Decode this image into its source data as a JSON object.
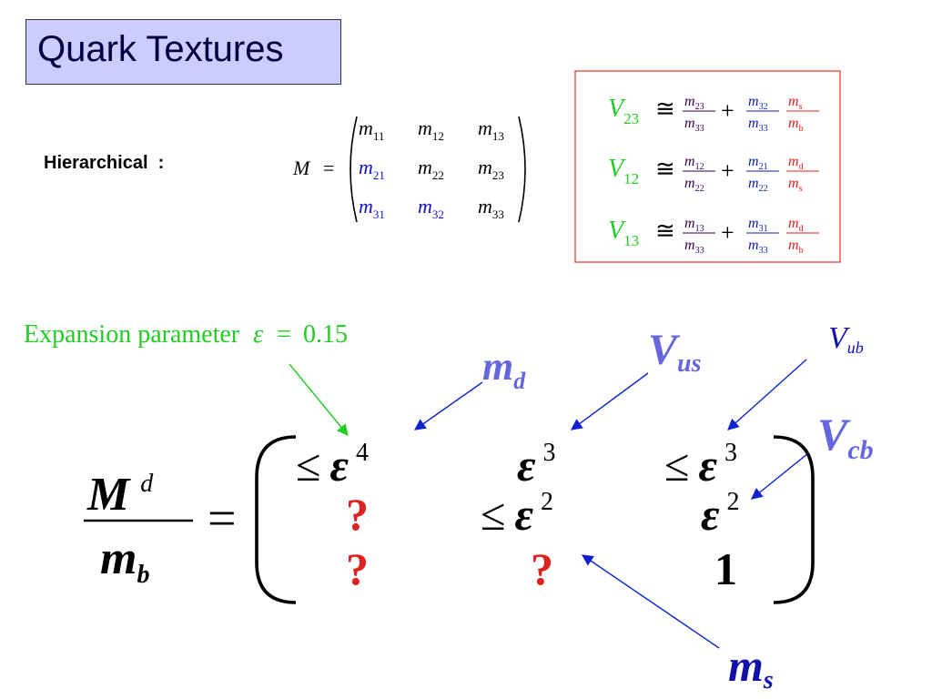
{
  "slide": {
    "title": "Quark Textures",
    "hierarchical_label": "Hierarchical  :"
  },
  "matrix_m": {
    "lhs": "M",
    "equals": "=",
    "entries": [
      [
        {
          "base": "m",
          "sub": "11",
          "color": "#000000"
        },
        {
          "base": "m",
          "sub": "12",
          "color": "#000000"
        },
        {
          "base": "m",
          "sub": "13",
          "color": "#000000"
        }
      ],
      [
        {
          "base": "m",
          "sub": "21",
          "color": "#1111cc"
        },
        {
          "base": "m",
          "sub": "22",
          "color": "#000000"
        },
        {
          "base": "m",
          "sub": "23",
          "color": "#000000"
        }
      ],
      [
        {
          "base": "m",
          "sub": "31",
          "color": "#1111cc"
        },
        {
          "base": "m",
          "sub": "32",
          "color": "#1111cc"
        },
        {
          "base": "m",
          "sub": "33",
          "color": "#000000"
        }
      ]
    ]
  },
  "ckm_box": {
    "border_color": "#e03030",
    "rows": [
      {
        "lhs": "V",
        "lhs_sub": "23",
        "approx": "≅",
        "f1_num": "m",
        "f1_num_sub": "23",
        "f1_den": "m",
        "f1_den_sub": "33",
        "plus": "+",
        "f2_num": "m",
        "f2_num_sub": "32",
        "f2_den": "m",
        "f2_den_sub": "33",
        "f3_num": "m",
        "f3_num_sub": "s",
        "f3_den": "m",
        "f3_den_sub": "b"
      },
      {
        "lhs": "V",
        "lhs_sub": "12",
        "approx": "≅",
        "f1_num": "m",
        "f1_num_sub": "12",
        "f1_den": "m",
        "f1_den_sub": "22",
        "plus": "+",
        "f2_num": "m",
        "f2_num_sub": "21",
        "f2_den": "m",
        "f2_den_sub": "22",
        "f3_num": "m",
        "f3_num_sub": "d",
        "f3_den": "m",
        "f3_den_sub": "s"
      },
      {
        "lhs": "V",
        "lhs_sub": "13",
        "approx": "≅",
        "f1_num": "m",
        "f1_num_sub": "13",
        "f1_den": "m",
        "f1_den_sub": "33",
        "plus": "+",
        "f2_num": "m",
        "f2_num_sub": "31",
        "f2_den": "m",
        "f2_den_sub": "33",
        "f3_num": "m",
        "f3_num_sub": "d",
        "f3_den": "m",
        "f3_den_sub": "b"
      }
    ]
  },
  "expansion": {
    "text": "Expansion parameter",
    "symbol": "ε",
    "equals": "=",
    "value": "0.15"
  },
  "labels": {
    "md": {
      "base": "m",
      "sub": "d"
    },
    "vus": {
      "base": "V",
      "sub": "us"
    },
    "vub": {
      "base": "V",
      "sub": "ub"
    },
    "vcb": {
      "base": "V",
      "sub": "cb"
    },
    "ms": {
      "base": "m",
      "sub": "s"
    }
  },
  "big_equation": {
    "num_base": "M",
    "num_sup": "d",
    "den_base": "m",
    "den_sub": "b",
    "equals": "=",
    "cells": [
      [
        {
          "pre": "≤",
          "base": "ε",
          "sup": "4",
          "color": "#000000"
        },
        {
          "pre": "",
          "base": "ε",
          "sup": "3",
          "color": "#000000"
        },
        {
          "pre": "≤",
          "base": "ε",
          "sup": "3",
          "color": "#000000"
        }
      ],
      [
        {
          "pre": "",
          "base": "?",
          "sup": "",
          "color": "#dd2222"
        },
        {
          "pre": "≤",
          "base": "ε",
          "sup": "2",
          "color": "#000000"
        },
        {
          "pre": "",
          "base": "ε",
          "sup": "2",
          "color": "#000000"
        }
      ],
      [
        {
          "pre": "",
          "base": "?",
          "sup": "",
          "color": "#dd2222"
        },
        {
          "pre": "",
          "base": "?",
          "sup": "",
          "color": "#dd2222"
        },
        {
          "pre": "",
          "base": "1",
          "sup": "",
          "color": "#000000"
        }
      ]
    ]
  },
  "colors": {
    "green": "#22cc22",
    "blue_label": "#6666dd",
    "arrow_blue": "#1122cc",
    "dark_purple": "#330055",
    "red": "#dd2222"
  }
}
